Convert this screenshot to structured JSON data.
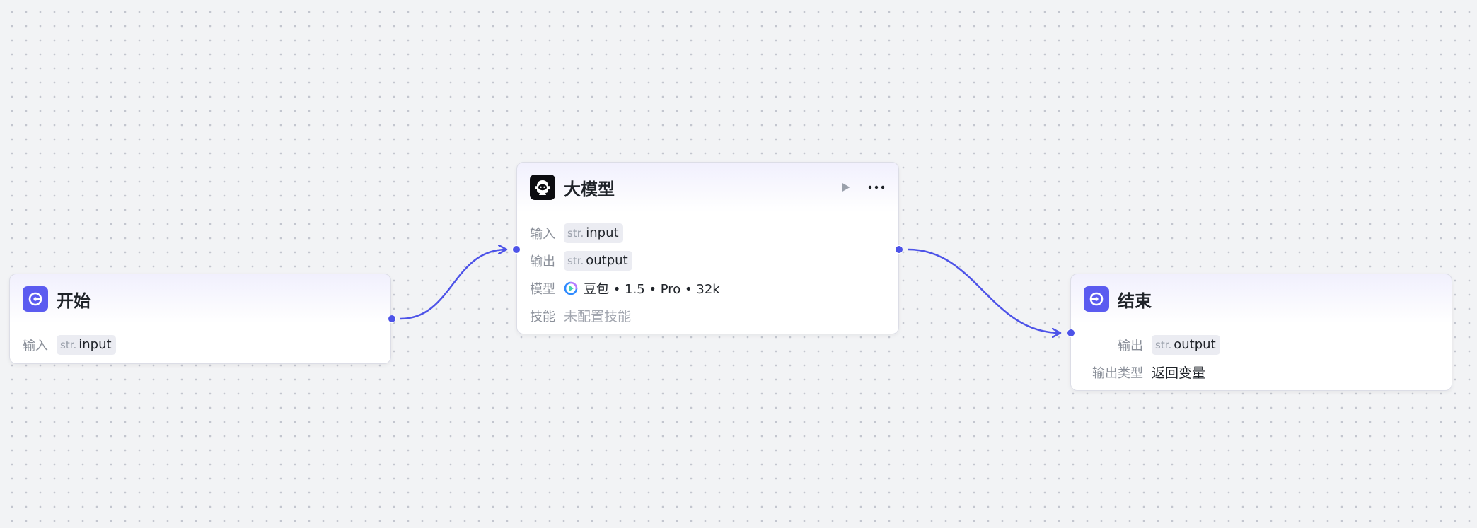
{
  "workflow": {
    "nodes": {
      "start": {
        "title": "开始",
        "icon": "start-node-icon",
        "input_label": "输入",
        "input_type": "str.",
        "input_name": "input"
      },
      "llm": {
        "title": "大模型",
        "icon": "llm-robot-icon",
        "input_label": "输入",
        "input_type": "str.",
        "input_name": "input",
        "output_label": "输出",
        "output_type": "str.",
        "output_name": "output",
        "model_label": "模型",
        "model_value": "豆包 • 1.5 • Pro • 32k",
        "skill_label": "技能",
        "skill_value": "未配置技能",
        "actions": [
          "play-icon",
          "more-icon"
        ]
      },
      "end": {
        "title": "结束",
        "icon": "end-node-icon",
        "output_label": "输出",
        "output_type": "str.",
        "output_name": "output",
        "output_kind_label": "输出类型",
        "output_kind_value": "返回变量"
      }
    },
    "edges": [
      {
        "from": "start",
        "to": "llm"
      },
      {
        "from": "llm",
        "to": "end"
      }
    ],
    "colors": {
      "accent": "#4d53e8",
      "start_end_icon_bg": "#5b5bf0",
      "llm_icon_bg": "#0c0c10",
      "canvas_bg": "#f2f3f5",
      "grid_dot": "#c3c6cf"
    }
  }
}
